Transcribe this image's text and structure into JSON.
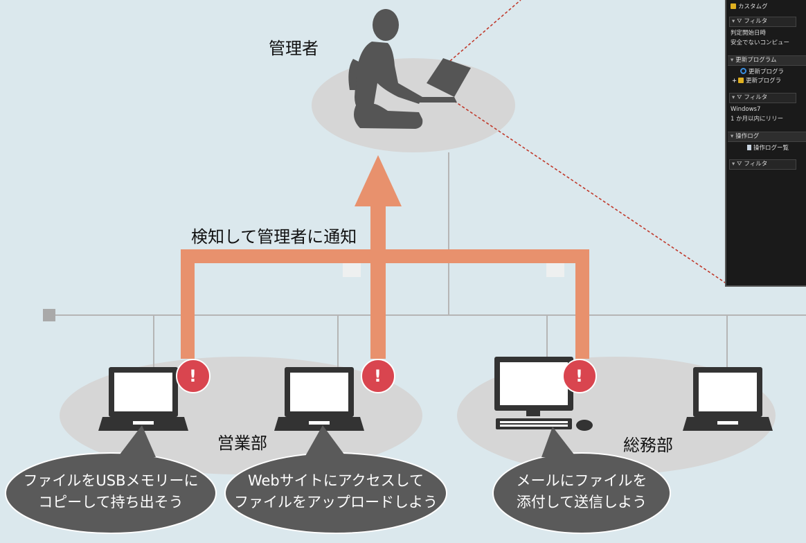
{
  "labels": {
    "admin": "管理者",
    "detect_notify": "検知して管理者に通知",
    "sales_dept": "営業部",
    "general_affairs_dept": "総務部",
    "alert_mark": "!"
  },
  "bubbles": [
    {
      "line1": "ファイルをUSBメモリーに",
      "line2": "コピーして持ち出そう"
    },
    {
      "line1": "Webサイトにアクセスして",
      "line2": "ファイルをアップロードしよう"
    },
    {
      "line1": "メールにファイルを",
      "line2": "添付して送信しよう"
    }
  ],
  "panel": {
    "custom_group": "カスタムグ",
    "filter": "フィルタ",
    "judge_start": "判定開始日時",
    "unsafe_pc": "安全でないコンピュー",
    "updates_header": "更新プログラム",
    "update_item1": "更新プログラ",
    "update_item2": "更新プログラ",
    "windows": "Windows7",
    "within_month": "1 か月以内にリリー",
    "oplog_header": "操作ログ",
    "oplog_item": "操作ログー覧"
  },
  "colors": {
    "background": "#dbe8ed",
    "arrow": "#e8916d",
    "alert": "#d9454f",
    "bubble": "#5a5a5a",
    "device": "#333333",
    "ellipse": "#d6d6d6",
    "dashed_line": "#c0392b"
  },
  "icons": [
    "admin-person-icon",
    "laptop-icon",
    "desktop-icon",
    "keyboard-icon",
    "mouse-icon",
    "alert-icon",
    "folder-icon",
    "refresh-icon",
    "filter-icon",
    "document-icon"
  ]
}
